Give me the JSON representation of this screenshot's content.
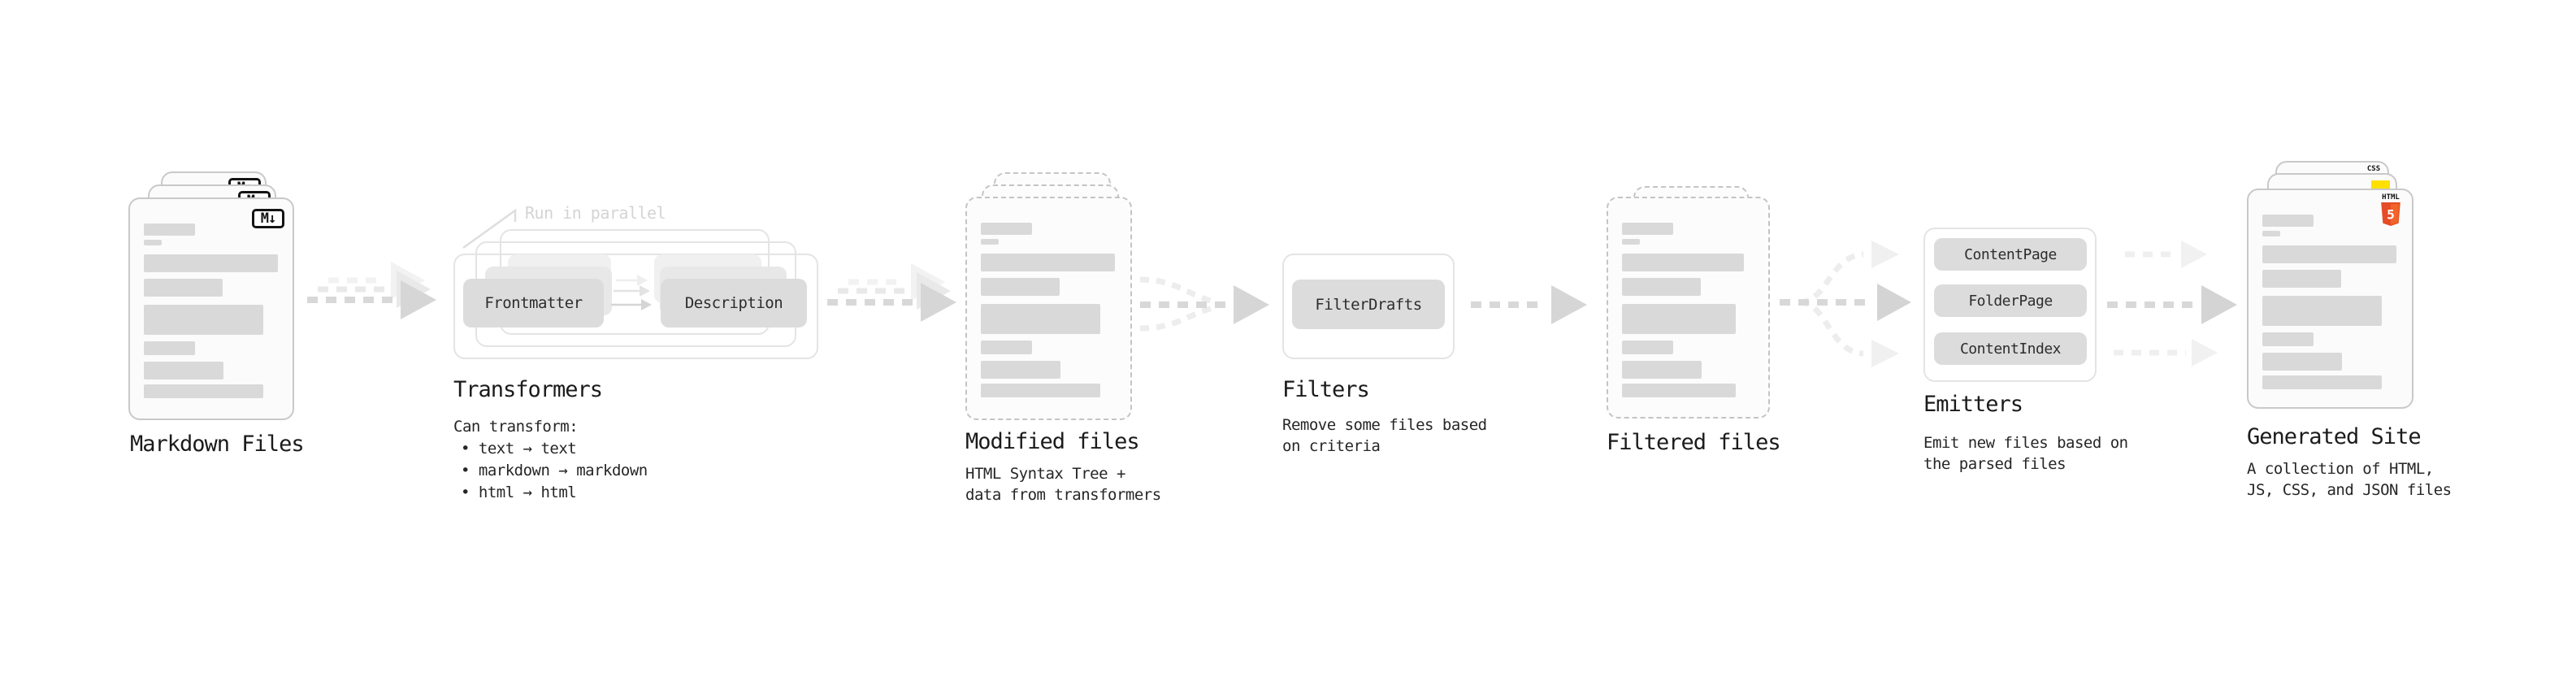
{
  "colors": {
    "html5_orange": "#e44d26",
    "html5_orange_light": "#f16529",
    "js_yellow": "#ffe000",
    "css_blue": "#2965f1"
  },
  "markdown_files": {
    "title": "Markdown Files",
    "badge": "M↓"
  },
  "transformers": {
    "title": "Transformers",
    "parallel_note": "Run in parallel",
    "input_box": "Frontmatter",
    "output_box": "Description",
    "notes": [
      "Can transform:",
      "• text → text",
      "• markdown → markdown",
      "• html → html"
    ]
  },
  "modified_files": {
    "title": "Modified files",
    "subtitle": "HTML Syntax Tree +\ndata from transformers"
  },
  "filters": {
    "title": "Filters",
    "box": "FilterDrafts",
    "subtitle": "Remove some files based\non criteria"
  },
  "filtered_files": {
    "title": "Filtered files"
  },
  "emitters": {
    "title": "Emitters",
    "boxes": [
      "ContentPage",
      "FolderPage",
      "ContentIndex"
    ],
    "subtitle": "Emit new files based on\nthe parsed files"
  },
  "generated_site": {
    "title": "Generated Site",
    "subtitle": "A collection of HTML,\nJS, CSS, and JSON files",
    "html5_label": "HTML",
    "html5_number": "5",
    "css_label": "CSS"
  }
}
